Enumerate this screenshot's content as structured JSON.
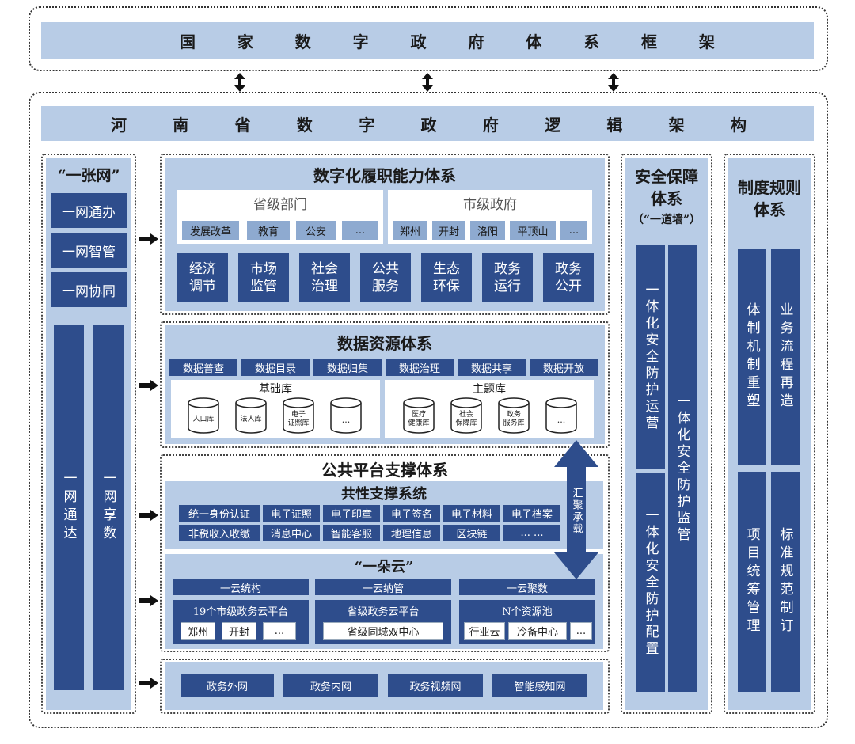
{
  "top": {
    "title_chars": [
      "国",
      "家",
      "数",
      "字",
      "政",
      "府",
      "体",
      "系",
      "框",
      "架"
    ]
  },
  "main": {
    "title_chars": [
      "河",
      "南",
      "省",
      "数",
      "字",
      "政",
      "府",
      "逻",
      "辑",
      "架",
      "构"
    ]
  },
  "net": {
    "title": "“一张网”",
    "items": [
      "一网通办",
      "一网智管",
      "一网协同"
    ],
    "col1": "一网通达",
    "col2": "一网享数"
  },
  "capability": {
    "title": "数字化履职能力体系",
    "province_label": "省级部门",
    "province_items": [
      "发展改革",
      "教育",
      "公安",
      "..."
    ],
    "city_label": "市级政府",
    "city_items": [
      "郑州",
      "开封",
      "洛阳",
      "平顶山",
      "..."
    ],
    "functions": [
      [
        "经济",
        "调节"
      ],
      [
        "市场",
        "监管"
      ],
      [
        "社会",
        "治理"
      ],
      [
        "公共",
        "服务"
      ],
      [
        "生态",
        "环保"
      ],
      [
        "政务",
        "运行"
      ],
      [
        "政务",
        "公开"
      ]
    ]
  },
  "dataresource": {
    "title": "数据资源体系",
    "ops": [
      "数据普查",
      "数据目录",
      "数据归集",
      "数据治理",
      "数据共享",
      "数据开放"
    ],
    "base_label": "基础库",
    "base_items": [
      "人口库",
      "法人库",
      "电子\n证照库",
      "..."
    ],
    "theme_label": "主题库",
    "theme_items": [
      "医疗\n健康库",
      "社会\n保障库",
      "政务\n服务库",
      "..."
    ]
  },
  "platform": {
    "title": "公共平台支撑体系",
    "common_title": "共性支撑系统",
    "row1": [
      "统一身份认证",
      "电子证照",
      "电子印章",
      "电子签名",
      "电子材料",
      "电子档案"
    ],
    "row2": [
      "非税收入收缴",
      "消息中心",
      "智能客服",
      "地理信息",
      "区块链",
      "... ..."
    ],
    "cloud_title": "“一朵云”",
    "cloud_heads": [
      "一云统构",
      "一云纳管",
      "一云聚数"
    ],
    "cloud1_title": "19个市级政务云平台",
    "cloud1_items": [
      "郑州",
      "开封",
      "..."
    ],
    "cloud2_title": "省级政务云平台",
    "cloud2_items": [
      "省级同城双中心"
    ],
    "cloud3_title": "N个资源池",
    "cloud3_items": [
      "行业云",
      "冷备中心",
      "..."
    ],
    "arrow_label": "汇聚承载"
  },
  "network": {
    "items": [
      "政务外网",
      "政务内网",
      "政务视频网",
      "智能感知网"
    ]
  },
  "security": {
    "title1": "安全保障",
    "title2": "体系",
    "sub": "（“一道墙”）",
    "col1a": "一体化安全防护运营",
    "col1b": "一体化安全防护配置",
    "col2": "一体化安全防护监管"
  },
  "rules": {
    "title1": "制度规则",
    "title2": "体系",
    "col1a": "体制机制重塑",
    "col1b": "项目统筹管理",
    "col2a": "业务流程再造",
    "col2b": "标准规范制订"
  },
  "colors": {
    "light_blue": "#b8cce6",
    "mid_blue": "#8eaad0",
    "dark_blue": "#2e4d8c"
  }
}
